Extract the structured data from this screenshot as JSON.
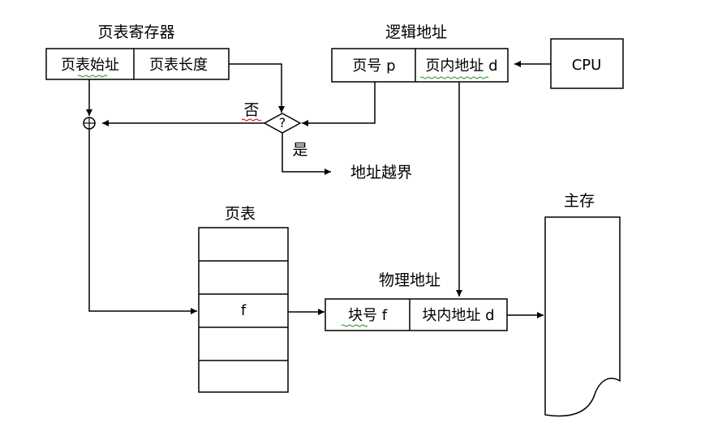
{
  "page_table_register": {
    "title": "页表寄存器",
    "start_field": "页表始址",
    "length_field": "页表长度"
  },
  "logical_address": {
    "title": "逻辑地址",
    "page_number": "页号 p",
    "offset": "页内地址 d"
  },
  "cpu": {
    "label": "CPU"
  },
  "comparator": {
    "symbol": "?",
    "no_label": "否",
    "yes_label": "是",
    "out_of_bounds": "地址越界"
  },
  "page_table": {
    "title": "页表",
    "entry_frame": "f"
  },
  "physical_address": {
    "title": "物理地址",
    "block_number": "块号 f",
    "offset": "块内地址 d"
  },
  "main_memory": {
    "title": "主存"
  }
}
